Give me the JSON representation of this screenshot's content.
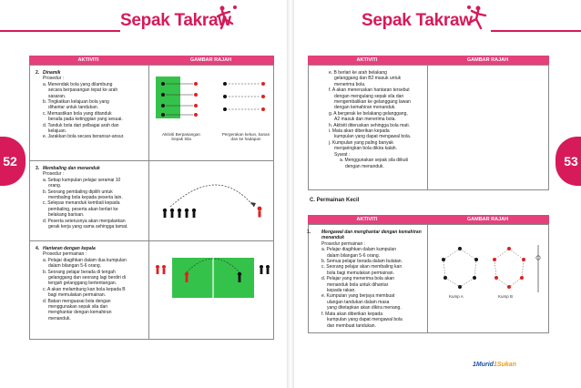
{
  "left_page": {
    "header_title": "Sepak Takraw",
    "page_number": "52",
    "table_headers": {
      "activity": "AKTIVITI",
      "picture": "GAMBAR RAJAH"
    },
    "rows": [
      {
        "number": "2.",
        "title": "Dinamik",
        "intro": "Prosedur :",
        "steps": [
          "a. Menendak bola yang dilambung",
          "secara berpasangan tepat ke arah",
          "sasaran.",
          "b. Tingkatkan kelajuan bola yang",
          "dihantar untuk tandukan.",
          "c. Memastikan bola yang ditanduk",
          "berada pada ketinggian yang sesuai.",
          "d. Tanduk bola dari pelbagai arah dan",
          "kelajuan.",
          "e. Jarakkan bola secara beransur-ansur."
        ],
        "captions": [
          "Aktiviti Berpasangan Sepak Sila",
          "Pergerakan kekun, kanan dan ke hadapan"
        ]
      },
      {
        "number": "3.",
        "title": "Membaling dan menanduk",
        "intro": "Prosedur :",
        "steps": [
          "a. Setiap kumpulan pelajar seramai 10",
          "orang.",
          "b. Seorang pembaling dipilih untuk",
          "membaling bola kepada peserta lain.",
          "c. Selepas menanduk kembali kepada",
          "pembaling, peserta akan berlari ke",
          "belakang barisan.",
          "d. Peserta seterusnya akan menjalankan",
          "gerak kerja yang sama sehingga tamat."
        ]
      },
      {
        "number": "4.",
        "title": "Hantaran dengan kepala",
        "intro": "Prosedur permainan :",
        "steps": [
          "a. Pelajar diagihkan dalam dua kumpulan",
          "dalam bilangan 5-6 orang.",
          "b. Seorang pelajar berada di tengah",
          "gelanggang dan seorang lagi berdiri di",
          "tengah gelanggang bertentangan.",
          "c. A akan melambung kan bola kepada B",
          "bagi memulakan permainan.",
          "d. Bakan menguasai bola dengan",
          "menggunakan sepak sila dan",
          "menghantar dengan kemahiran",
          "menanduk."
        ]
      }
    ]
  },
  "right_page": {
    "header_title": "Sepak Takraw",
    "page_number": "53",
    "table_headers": {
      "activity": "AKTIVITI",
      "picture": "GAMBAR RAJAH"
    },
    "continuation": [
      "e. B berlari ke arah belakang",
      "gelanggang dan B2 masuk untuk",
      "menerima bola.",
      "f. A akan meneruskan hantaran tersebut",
      "dengan mengulang sepak sila dan",
      "mengembalikan ke gelanggang lawan",
      "dengan kemahiran menanduk.",
      "g. A bergerak ke belakang gelanggang,",
      "A2 masuk dan menerima bola.",
      "h. Aktiviti diteruskan sehingga bola mati.",
      "i. Mata akan diberikan kepada",
      "kumpulan yang dapat mengawal bola.",
      "j. Kumpulan yang paling banyak",
      "menjaringkan bola dikira kalah.",
      "Syarat :",
      "a. Menggunakan sepak sila diikuti",
      "dengan menanduk."
    ],
    "section_title": "C.  Permainan Kecil",
    "row": {
      "number": "1.",
      "title": "Mengawal dan menghantar dengan kemahiran menanduk",
      "intro": "Prosedur permainan :",
      "steps": [
        "a. Pelajar diagihkan dalam kumpulan",
        "dalam bilangan 5-6 orang.",
        "b. Semua pelajar berada dalam bulatan.",
        "c. Seorang pelajar akan membaling kan",
        "bola bagi memulakan permainan.",
        "d. Pelajar yang menerima bola akan",
        "menanduk bola untuk dihantar",
        "kepada rakan.",
        "e. Kumpulan yang berjaya membuat",
        "ulangan tandukan dalam masa",
        "yang ditetapkan akan dikira menang.",
        "f. Mata akan diberikan kepada",
        "kumpulan yang dapat mengawal bola",
        "dan membuat tandukan."
      ],
      "group_labels": [
        "Kump A",
        "Kump B"
      ]
    },
    "logo": {
      "part1": "1Murid",
      "part2": "1Sukan"
    }
  },
  "colors": {
    "brand": "#d61a5a",
    "table_header": "#e5407a",
    "court": "#35c24a",
    "team_a": "#e02020",
    "team_b": "#222222"
  },
  "icons": [
    "player-silhouette-icon",
    "ball-icon"
  ]
}
